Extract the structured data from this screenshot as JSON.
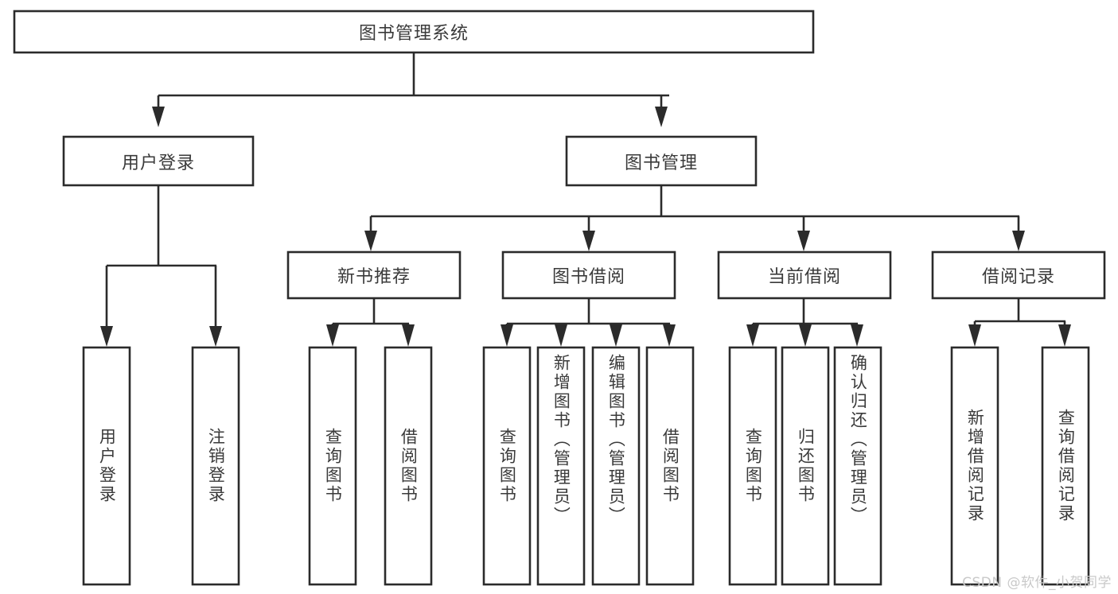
{
  "diagram": {
    "title": "图书管理系统",
    "type": "tree-hierarchy",
    "orientation": "top-down",
    "colors": {
      "box_stroke": "#2b2b2b",
      "box_fill": "#ffffff",
      "text": "#3a3a3a",
      "connector": "#2b2b2b",
      "background": "#ffffff",
      "watermark": "#c9c9c9"
    },
    "levels": {
      "level1_label": "图书管理系统",
      "level2_labels": [
        "用户登录",
        "图书管理"
      ],
      "level3_labels": [
        "新书推荐",
        "图书借阅",
        "当前借阅",
        "借阅记录"
      ]
    },
    "nodes": {
      "root": {
        "label": "图书管理系统",
        "orientation": "horizontal"
      },
      "user_login": {
        "label": "用户登录",
        "orientation": "horizontal"
      },
      "book_manage": {
        "label": "图书管理",
        "orientation": "horizontal"
      },
      "new_book_rec": {
        "label": "新书推荐",
        "orientation": "horizontal"
      },
      "book_borrow": {
        "label": "图书借阅",
        "orientation": "horizontal"
      },
      "current_borrow": {
        "label": "当前借阅",
        "orientation": "horizontal"
      },
      "borrow_record": {
        "label": "借阅记录",
        "orientation": "horizontal"
      },
      "leaf_user_login": {
        "label": "用户登录",
        "orientation": "vertical"
      },
      "leaf_logout": {
        "label": "注销登录",
        "orientation": "vertical"
      },
      "leaf_query_book_1": {
        "label": "查询图书",
        "orientation": "vertical"
      },
      "leaf_borrow_book_1": {
        "label": "借阅图书",
        "orientation": "vertical"
      },
      "leaf_query_book_2": {
        "label": "查询图书",
        "orientation": "vertical"
      },
      "leaf_add_book": {
        "label": "新增图书（管理员）",
        "orientation": "vertical"
      },
      "leaf_edit_book": {
        "label": "编辑图书（管理员）",
        "orientation": "vertical"
      },
      "leaf_borrow_book_2": {
        "label": "借阅图书",
        "orientation": "vertical"
      },
      "leaf_query_book_3": {
        "label": "查询图书",
        "orientation": "vertical"
      },
      "leaf_return_book": {
        "label": "归还图书",
        "orientation": "vertical"
      },
      "leaf_confirm_return": {
        "label": "确认归还（管理员）",
        "orientation": "vertical"
      },
      "leaf_add_record": {
        "label": "新增借阅记录",
        "orientation": "vertical"
      },
      "leaf_query_record": {
        "label": "查询借阅记录",
        "orientation": "vertical"
      }
    },
    "edges": [
      {
        "from": "图书管理系统",
        "to": "用户登录"
      },
      {
        "from": "图书管理系统",
        "to": "图书管理"
      },
      {
        "from": "用户登录",
        "to": "用户登录"
      },
      {
        "from": "用户登录",
        "to": "注销登录"
      },
      {
        "from": "图书管理",
        "to": "新书推荐"
      },
      {
        "from": "图书管理",
        "to": "图书借阅"
      },
      {
        "from": "图书管理",
        "to": "当前借阅"
      },
      {
        "from": "图书管理",
        "to": "借阅记录"
      },
      {
        "from": "新书推荐",
        "to": "查询图书"
      },
      {
        "from": "新书推荐",
        "to": "借阅图书"
      },
      {
        "from": "图书借阅",
        "to": "查询图书"
      },
      {
        "from": "图书借阅",
        "to": "新增图书（管理员）"
      },
      {
        "from": "图书借阅",
        "to": "编辑图书（管理员）"
      },
      {
        "from": "图书借阅",
        "to": "借阅图书"
      },
      {
        "from": "当前借阅",
        "to": "查询图书"
      },
      {
        "from": "当前借阅",
        "to": "归还图书"
      },
      {
        "from": "当前借阅",
        "to": "确认归还（管理员）"
      },
      {
        "from": "借阅记录",
        "to": "新增借阅记录"
      },
      {
        "from": "借阅记录",
        "to": "查询借阅记录"
      }
    ]
  },
  "watermark": {
    "text": "CSDN @软件_小贺同学"
  }
}
